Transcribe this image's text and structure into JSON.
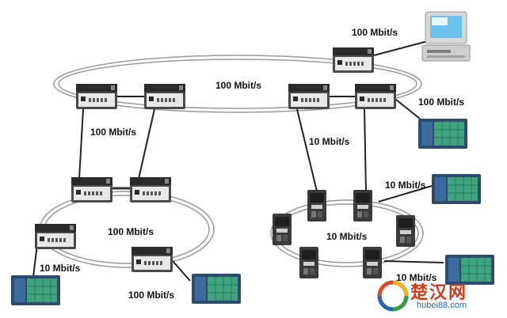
{
  "labels": {
    "link_top_pc": "100 Mbit/s",
    "ring_top": "100 Mbit/s",
    "link_top_right_hmi": "100 Mbit/s",
    "link_left_down": "100 Mbit/s",
    "link_right_down": "10 Mbit/s",
    "link_right_hmi": "10 Mbit/s",
    "ring_left": "100 Mbit/s",
    "ring_right": "10 Mbit/s",
    "link_left_hmi": "10 Mbit/s",
    "link_bottom_hmi": "100 Mbit/s",
    "link_bottom_right_hmi": "10 Mbit/s"
  },
  "watermark": {
    "chinese": "楚汉网",
    "url": "hubei88.com"
  },
  "colors": {
    "switch_body": "#3b3b3b",
    "switch_face": "#e3e3e3",
    "panel_frame": "#2d4b6a",
    "panel_screen": "#3fa37f",
    "ring_line": "#9a9a9a",
    "link_line": "#222222",
    "watermark_red": "#d13a1b",
    "watermark_blue": "#2366b5"
  }
}
